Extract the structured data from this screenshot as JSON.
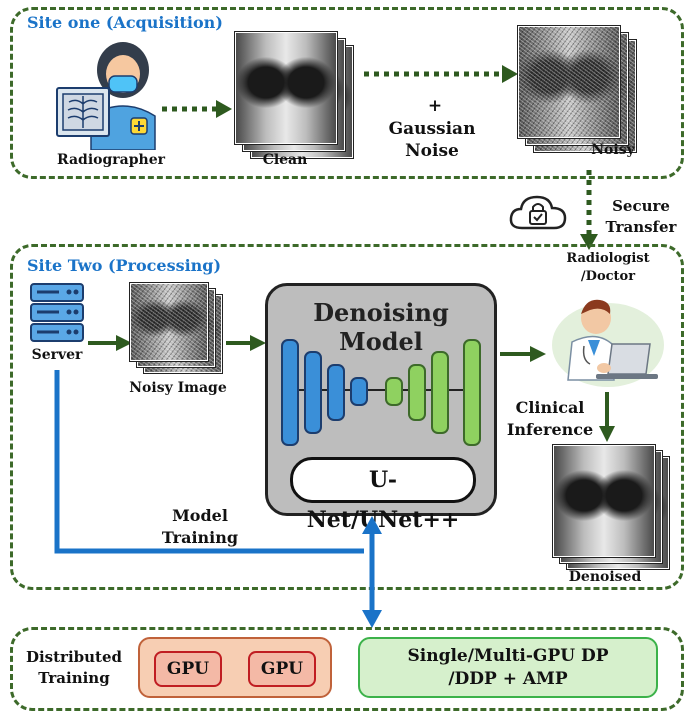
{
  "site_one": {
    "title": "Site one (Acquisition)",
    "radiographer_label": "Radiographer",
    "clean_label": "Clean",
    "plus": "+",
    "noise_label_line1": "Gaussian",
    "noise_label_line2": "Noise",
    "noisy_label": "Noisy"
  },
  "transfer": {
    "line1": "Secure",
    "line2": "Transfer"
  },
  "site_two": {
    "title": "Site Two (Processing)",
    "server_label": "Server",
    "noisy_image_label": "Noisy Image",
    "model_title": "Denoising Model",
    "model_arch": "U-Net/UNet++",
    "radiologist_line1": "Radiologist",
    "radiologist_line2": "/Doctor",
    "inference_line1": "Clinical",
    "inference_line2": "Inference",
    "denoised_label": "Denoised",
    "training_line1": "Model",
    "training_line2": "Training"
  },
  "distributed": {
    "label_line1": "Distributed",
    "label_line2": "Training",
    "gpu1": "GPU",
    "gpu2": "GPU",
    "strategy_line1": "Single/Multi-GPU DP",
    "strategy_line2": "/DDP + AMP"
  },
  "colors": {
    "dashed_border": "#3d6a2a",
    "title_blue": "#1a73c8",
    "arrow_green": "#2e5a1f",
    "arrow_blue": "#1a73c8",
    "encoder_blue": "#3a8fd8",
    "decoder_green": "#8fd160"
  }
}
